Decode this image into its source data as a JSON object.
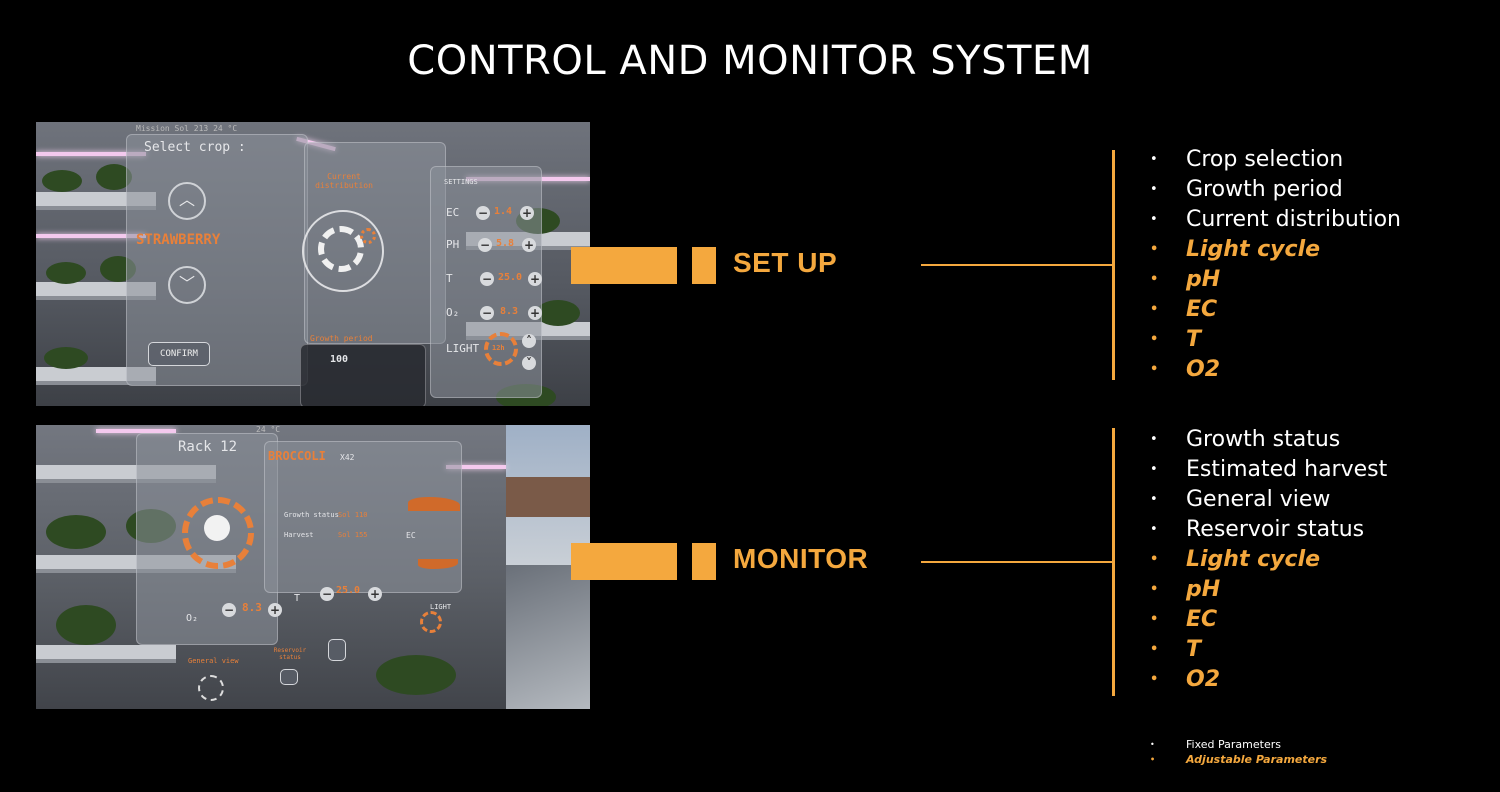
{
  "page_title": "CONTROL AND MONITOR SYSTEM",
  "colors": {
    "accent": "#f4a83e",
    "background": "#000000",
    "text": "#ffffff"
  },
  "setup": {
    "label": "SET UP",
    "screenshot": {
      "header": "Mission Sol 213  24 °C",
      "select_crop_label": "Select crop :",
      "crop_name": "STRAWBERRY",
      "confirm_label": "CONFIRM",
      "current_distribution_label": "Current distribution",
      "growth_period_label": "Growth period",
      "growth_period_value": "100",
      "settings_label": "SETTINGS",
      "ec_label": "EC",
      "ec_value": "1.4",
      "ph_label": "PH",
      "ph_value": "5.8",
      "t_label": "T",
      "t_value": "25.0",
      "o2_label": "O₂",
      "o2_value": "8.3",
      "light_label": "LIGHT",
      "light_value": "12h"
    },
    "items": [
      {
        "text": "Crop selection",
        "type": "fixed"
      },
      {
        "text": "Growth period",
        "type": "fixed"
      },
      {
        "text": "Current distribution",
        "type": "fixed"
      },
      {
        "text": "Light cycle",
        "type": "adjustable"
      },
      {
        "text": "pH",
        "type": "adjustable"
      },
      {
        "text": "EC",
        "type": "adjustable"
      },
      {
        "text": "T",
        "type": "adjustable"
      },
      {
        "text": "O2",
        "type": "adjustable"
      }
    ]
  },
  "monitor": {
    "label": "MONITOR",
    "screenshot": {
      "header": "24 °C",
      "rack_label": "Rack 12",
      "crop_name": "BROCCOLI",
      "crop_count": "X42",
      "growth_status_label": "Growth status",
      "growth_status_value": "Sol 110",
      "harvest_label": "Harvest",
      "harvest_value": "Sol 155",
      "ec_label": "EC",
      "t_label": "T",
      "t_value": "25.0",
      "o2_label": "O₂",
      "o2_value": "8.3",
      "light_label": "LIGHT",
      "general_view_label": "General view",
      "reservoir_label": "Reservoir status"
    },
    "items": [
      {
        "text": "Growth status",
        "type": "fixed"
      },
      {
        "text": "Estimated harvest",
        "type": "fixed"
      },
      {
        "text": "General view",
        "type": "fixed"
      },
      {
        "text": "Reservoir status",
        "type": "fixed"
      },
      {
        "text": "Light cycle",
        "type": "adjustable"
      },
      {
        "text": "pH",
        "type": "adjustable"
      },
      {
        "text": "EC",
        "type": "adjustable"
      },
      {
        "text": "T",
        "type": "adjustable"
      },
      {
        "text": "O2",
        "type": "adjustable"
      }
    ]
  },
  "legend": {
    "bullet": "•",
    "fixed": "Fixed Parameters",
    "adjustable": "Adjustable Parameters"
  }
}
